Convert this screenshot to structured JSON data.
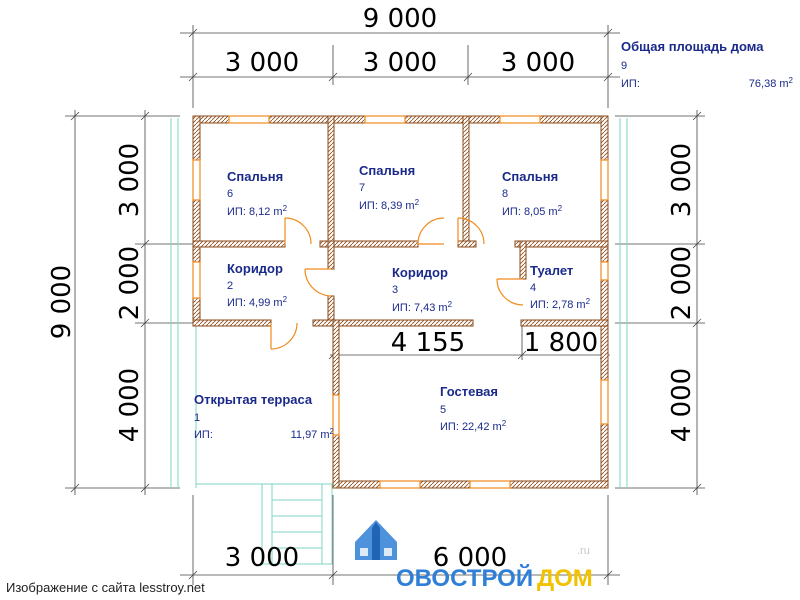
{
  "dimensions": {
    "top_total": "9 000",
    "top_segments": [
      "3 000",
      "3 000",
      "3 000"
    ],
    "left_total": "9 000",
    "left_segments": [
      "3 000",
      "2 000",
      "4 000"
    ],
    "right_segments": [
      "3 000",
      "2 000",
      "4 000"
    ],
    "bottom_segments": [
      "3 000",
      "6 000"
    ],
    "inner_segments": [
      "4 155",
      "1 800"
    ]
  },
  "area_prefix": "ИП:",
  "area_unit": "m",
  "area_unit_sup": "2",
  "rooms": [
    {
      "name": "Спальня",
      "number": "6",
      "area": "8,12"
    },
    {
      "name": "Спальня",
      "number": "7",
      "area": "8,39"
    },
    {
      "name": "Спальня",
      "number": "8",
      "area": "8,05"
    },
    {
      "name": "Коридор",
      "number": "2",
      "area": "4,99"
    },
    {
      "name": "Коридор",
      "number": "3",
      "area": "7,43"
    },
    {
      "name": "Туалет",
      "number": "4",
      "area": "2,78"
    },
    {
      "name": "Открытая терраса",
      "number": "1",
      "area": "11,97"
    },
    {
      "name": "Гостевая",
      "number": "5",
      "area": "22,42"
    }
  ],
  "total": {
    "title": "Общая площадь дома",
    "number": "9",
    "prefix": "ИП:",
    "area": "76,38",
    "unit": "m",
    "unit_sup": "2"
  },
  "credit": "Изображение с сайта lesstroy.net",
  "logo": {
    "part1": "ОВОСТРОЙ",
    "part2": "ДОМ",
    "part3": ".ru",
    "color1": "#2f7fd6",
    "color2": "#f2c200"
  },
  "colors": {
    "wall": "#8b4a1a",
    "window": "#f08a1c",
    "door": "#f08a1c",
    "terrace_line": "#7fd6c6",
    "room_text": "#1a2a8a"
  }
}
